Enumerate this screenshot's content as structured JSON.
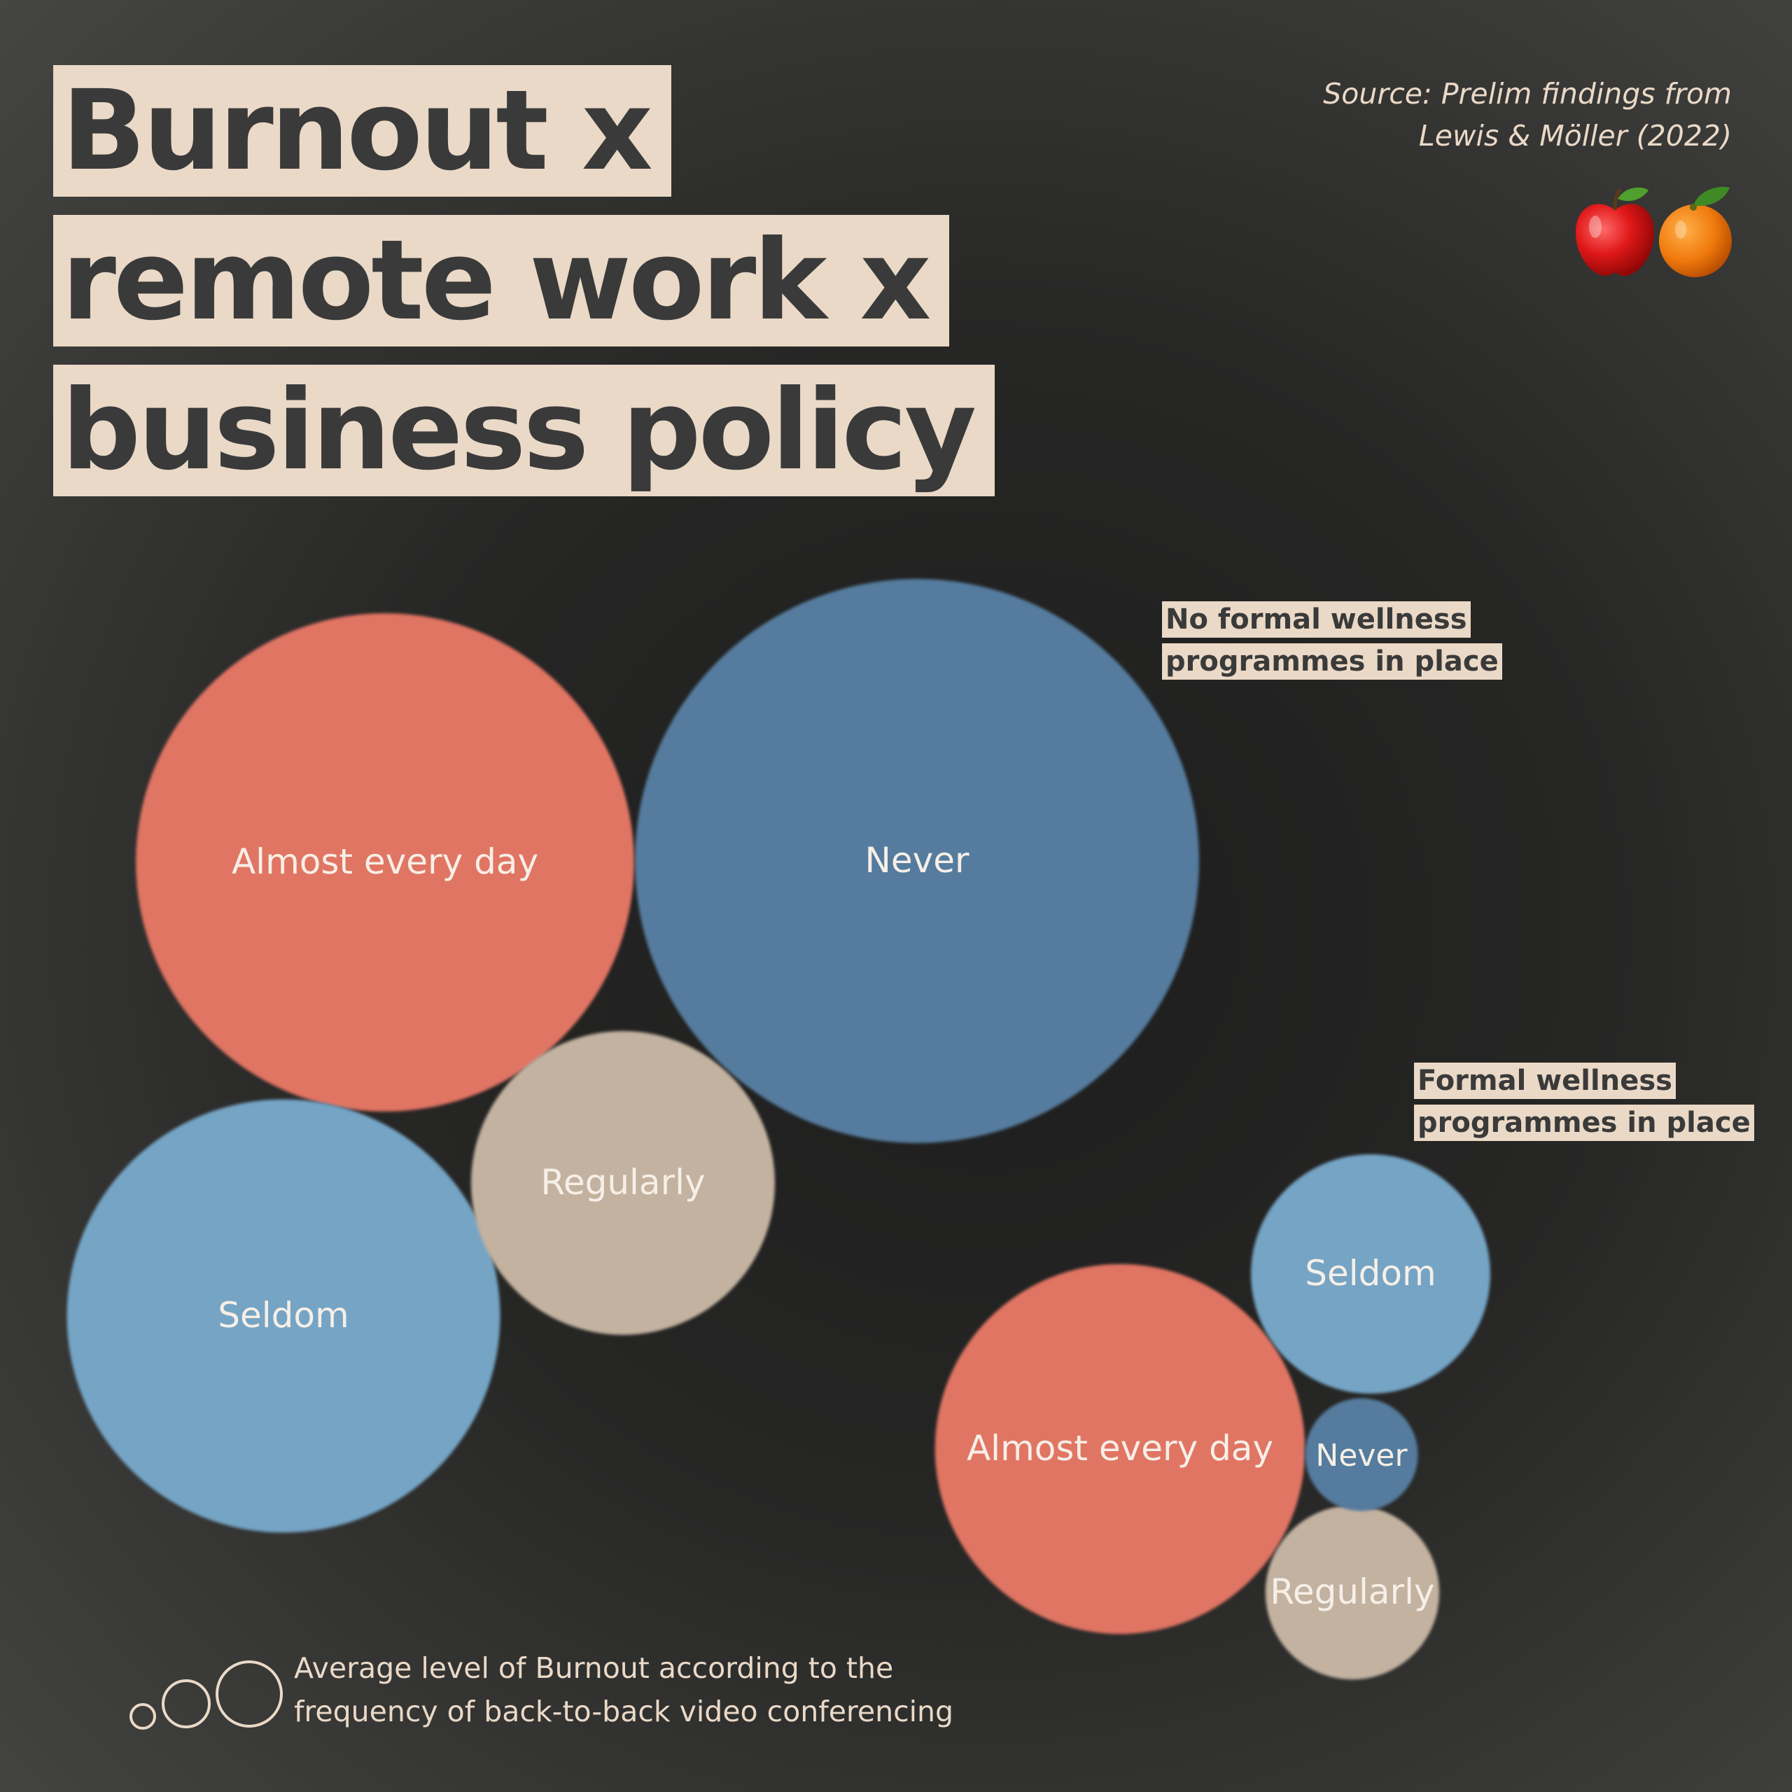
{
  "title": {
    "line1": "Burnout x",
    "line2": "remote work x",
    "line3": "business policy"
  },
  "source": {
    "line1": "Source: Prelim findings from",
    "line2": "Lewis & Möller (2022)"
  },
  "icons": [
    "apple-icon",
    "orange-icon"
  ],
  "groups": {
    "no_formal": {
      "line1": "No formal wellness",
      "line2": "programmes in place"
    },
    "formal": {
      "line1": "Formal wellness",
      "line2": "programmes in place"
    }
  },
  "legend": {
    "line1": "Average level of Burnout according to the",
    "line2": "frequency of back-to-back video conferencing"
  },
  "colors": {
    "Almost every day": "#e17563",
    "Never": "#557c9e",
    "Regularly": "#c3b2a0",
    "Seldom": "#75a4c5",
    "label_bg": "#ead9c7"
  },
  "chart_data": {
    "type": "bubble",
    "measure": "Average level of Burnout",
    "groups": [
      {
        "name": "No formal wellness programmes in place",
        "bubbles": [
          {
            "category": "Never",
            "value": 100
          },
          {
            "category": "Almost every day",
            "value": 78
          },
          {
            "category": "Seldom",
            "value": 59
          },
          {
            "category": "Regularly",
            "value": 29
          }
        ]
      },
      {
        "name": "Formal wellness programmes in place",
        "bubbles": [
          {
            "category": "Almost every day",
            "value": 43
          },
          {
            "category": "Seldom",
            "value": 18
          },
          {
            "category": "Regularly",
            "value": 9.5
          },
          {
            "category": "Never",
            "value": 4
          }
        ]
      }
    ]
  }
}
